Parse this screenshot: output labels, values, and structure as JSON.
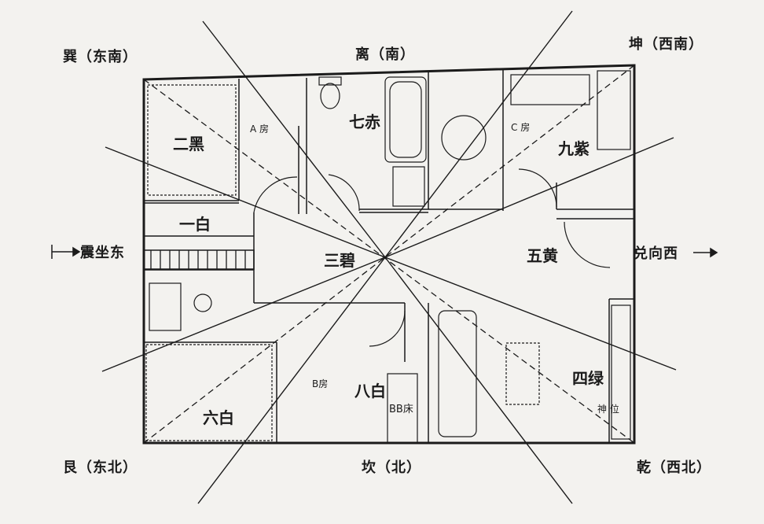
{
  "directions": {
    "southeast": "巽（东南）",
    "south": "离（南）",
    "southwest": "坤（西南）",
    "east_sitting": "震坐东",
    "west_facing": "兑向西",
    "northeast": "艮（东北）",
    "north": "坎（北）",
    "northwest": "乾（西北）"
  },
  "palaces": {
    "er_hei": "二黑",
    "qi_chi": "七赤",
    "jiu_zi": "九紫",
    "yi_bai": "一白",
    "san_bi": "三碧",
    "wu_huang": "五黄",
    "liu_bai": "六白",
    "ba_bai": "八白",
    "si_lv": "四绿"
  },
  "rooms": {
    "a": "A 房",
    "b": "B房",
    "c": "C 房",
    "bb_bed": "BB床",
    "shen_wei": "神 位"
  },
  "colors": {
    "line": "#1b1b1b",
    "background": "#f3f2ef"
  }
}
